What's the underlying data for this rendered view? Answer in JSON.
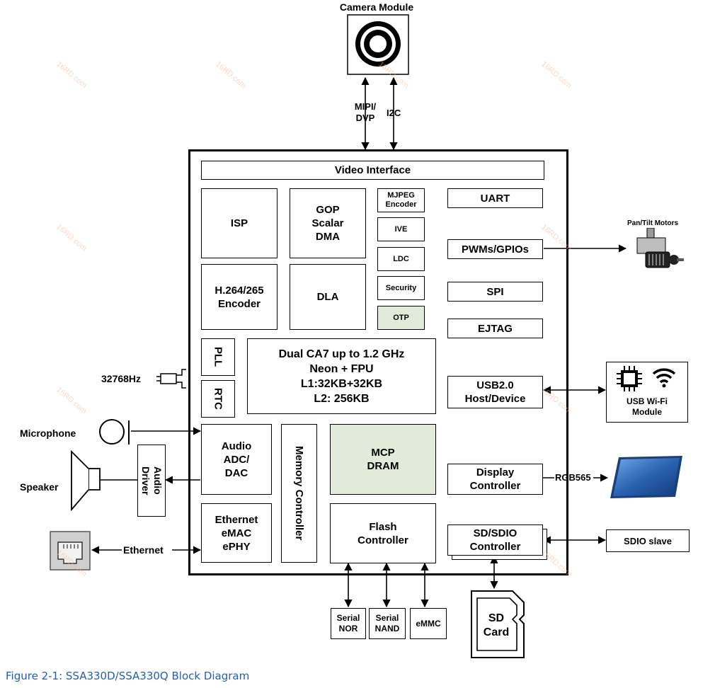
{
  "blocks": {
    "video_interface": "Video Interface",
    "isp": "ISP",
    "gop": "GOP\nScalar\nDMA",
    "mjpeg": "MJPEG\nEncoder",
    "ive": "IVE",
    "ldc": "LDC",
    "security": "Security",
    "otp": "OTP",
    "h264": "H.264/265\nEncoder",
    "dla": "DLA",
    "pll": "PLL",
    "rtc": "RTC",
    "cpu": "Dual CA7 up to 1.2 GHz\nNeon + FPU\nL1:32KB+32KB\nL2: 256KB",
    "uart": "UART",
    "pwm": "PWMs/GPIOs",
    "spi": "SPI",
    "ejtag": "EJTAG",
    "usb": "USB2.0\nHost/Device",
    "audio_codec": "Audio\nADC/\nDAC",
    "memory_controller": "Memory Controller",
    "dram": "MCP\nDRAM",
    "display": "Display\nController",
    "ethernet_block": "Ethernet\neMAC\nePHY",
    "flash": "Flash\nController",
    "sd": "SD/SDIO\nController",
    "audio_driver": "Audio\nDriver",
    "serial_nor": "Serial\nNOR",
    "serial_nand": "Serial\nNAND",
    "emmc": "eMMC",
    "sdio_slave": "SDIO slave",
    "usb_wifi": "USB Wi-Fi\nModule",
    "sd_card": "SD\nCard"
  },
  "labels": {
    "camera_module": "Camera Module",
    "mipi": "MIPI/\nDVP",
    "i2c": "I2C",
    "pan_tilt": "Pan/Tilt Motors",
    "clock": "32768Hz",
    "microphone": "Microphone",
    "speaker": "Speaker",
    "ethernet": "Ethernet",
    "rgb565": "RGB565"
  },
  "caption": "Figure 2-1: SSA330D/SSA330Q Block Diagram",
  "watermark": "16RD.com",
  "colors": {
    "green_block": "#e2ebd9",
    "caption": "#1f5fb8",
    "display_panel": "#2a63b0"
  }
}
